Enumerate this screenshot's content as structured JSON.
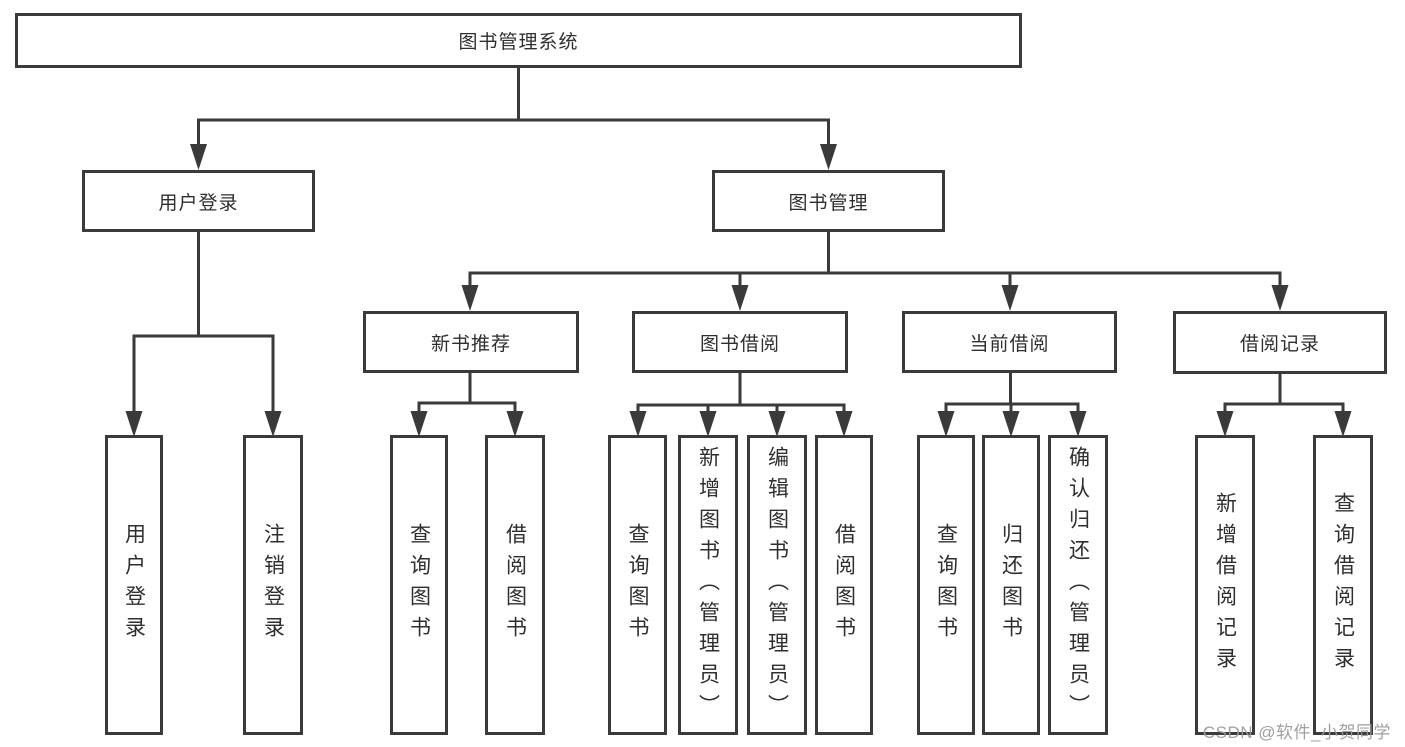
{
  "nodes": {
    "root": "图书管理系统",
    "level2": [
      "用户登录",
      "图书管理"
    ],
    "level3": [
      "新书推荐",
      "图书借阅",
      "当前借阅",
      "借阅记录"
    ],
    "leaves": [
      "用户登录",
      "注销登录",
      "查询图书",
      "借阅图书",
      "查询图书",
      "新增图书（管理员）",
      "编辑图书（管理员）",
      "借阅图书",
      "查询图书",
      "归还图书",
      "确认归还（管理员）",
      "新增借阅记录",
      "查询借阅记录"
    ]
  },
  "watermark": "CSDN @软件_小贺同学",
  "colors": {
    "line": "#3a3a3a",
    "text": "#2f2f2f",
    "watermark": "#9b9b9b",
    "background": "#ffffff"
  }
}
